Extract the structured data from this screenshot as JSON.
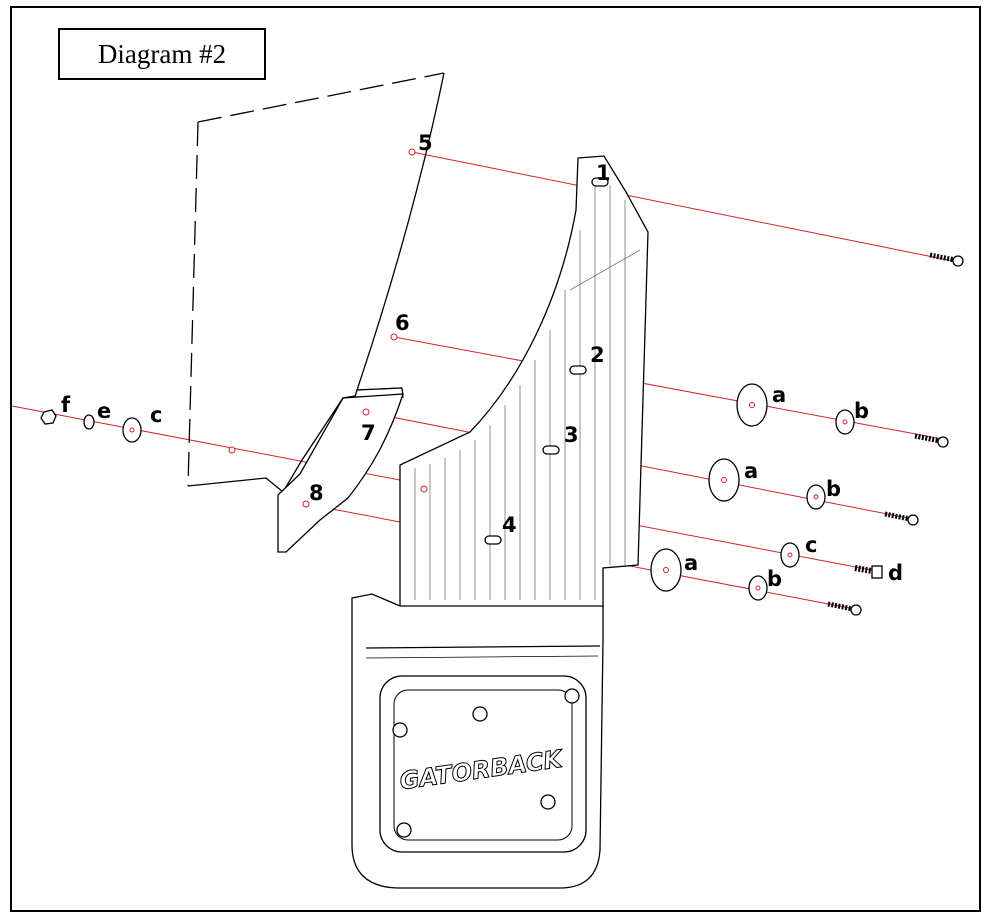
{
  "diagram": {
    "title": "Diagram #2",
    "brand_logo": "GATORBACK",
    "hole_labels": [
      "1",
      "2",
      "3",
      "4",
      "5",
      "6",
      "7",
      "8"
    ],
    "hardware_labels": {
      "a": "a",
      "b": "b",
      "c": "c",
      "d": "d",
      "e": "e",
      "f": "f"
    },
    "colors": {
      "guide_line": "#d2232a",
      "outline": "#000000",
      "background": "#ffffff"
    }
  }
}
